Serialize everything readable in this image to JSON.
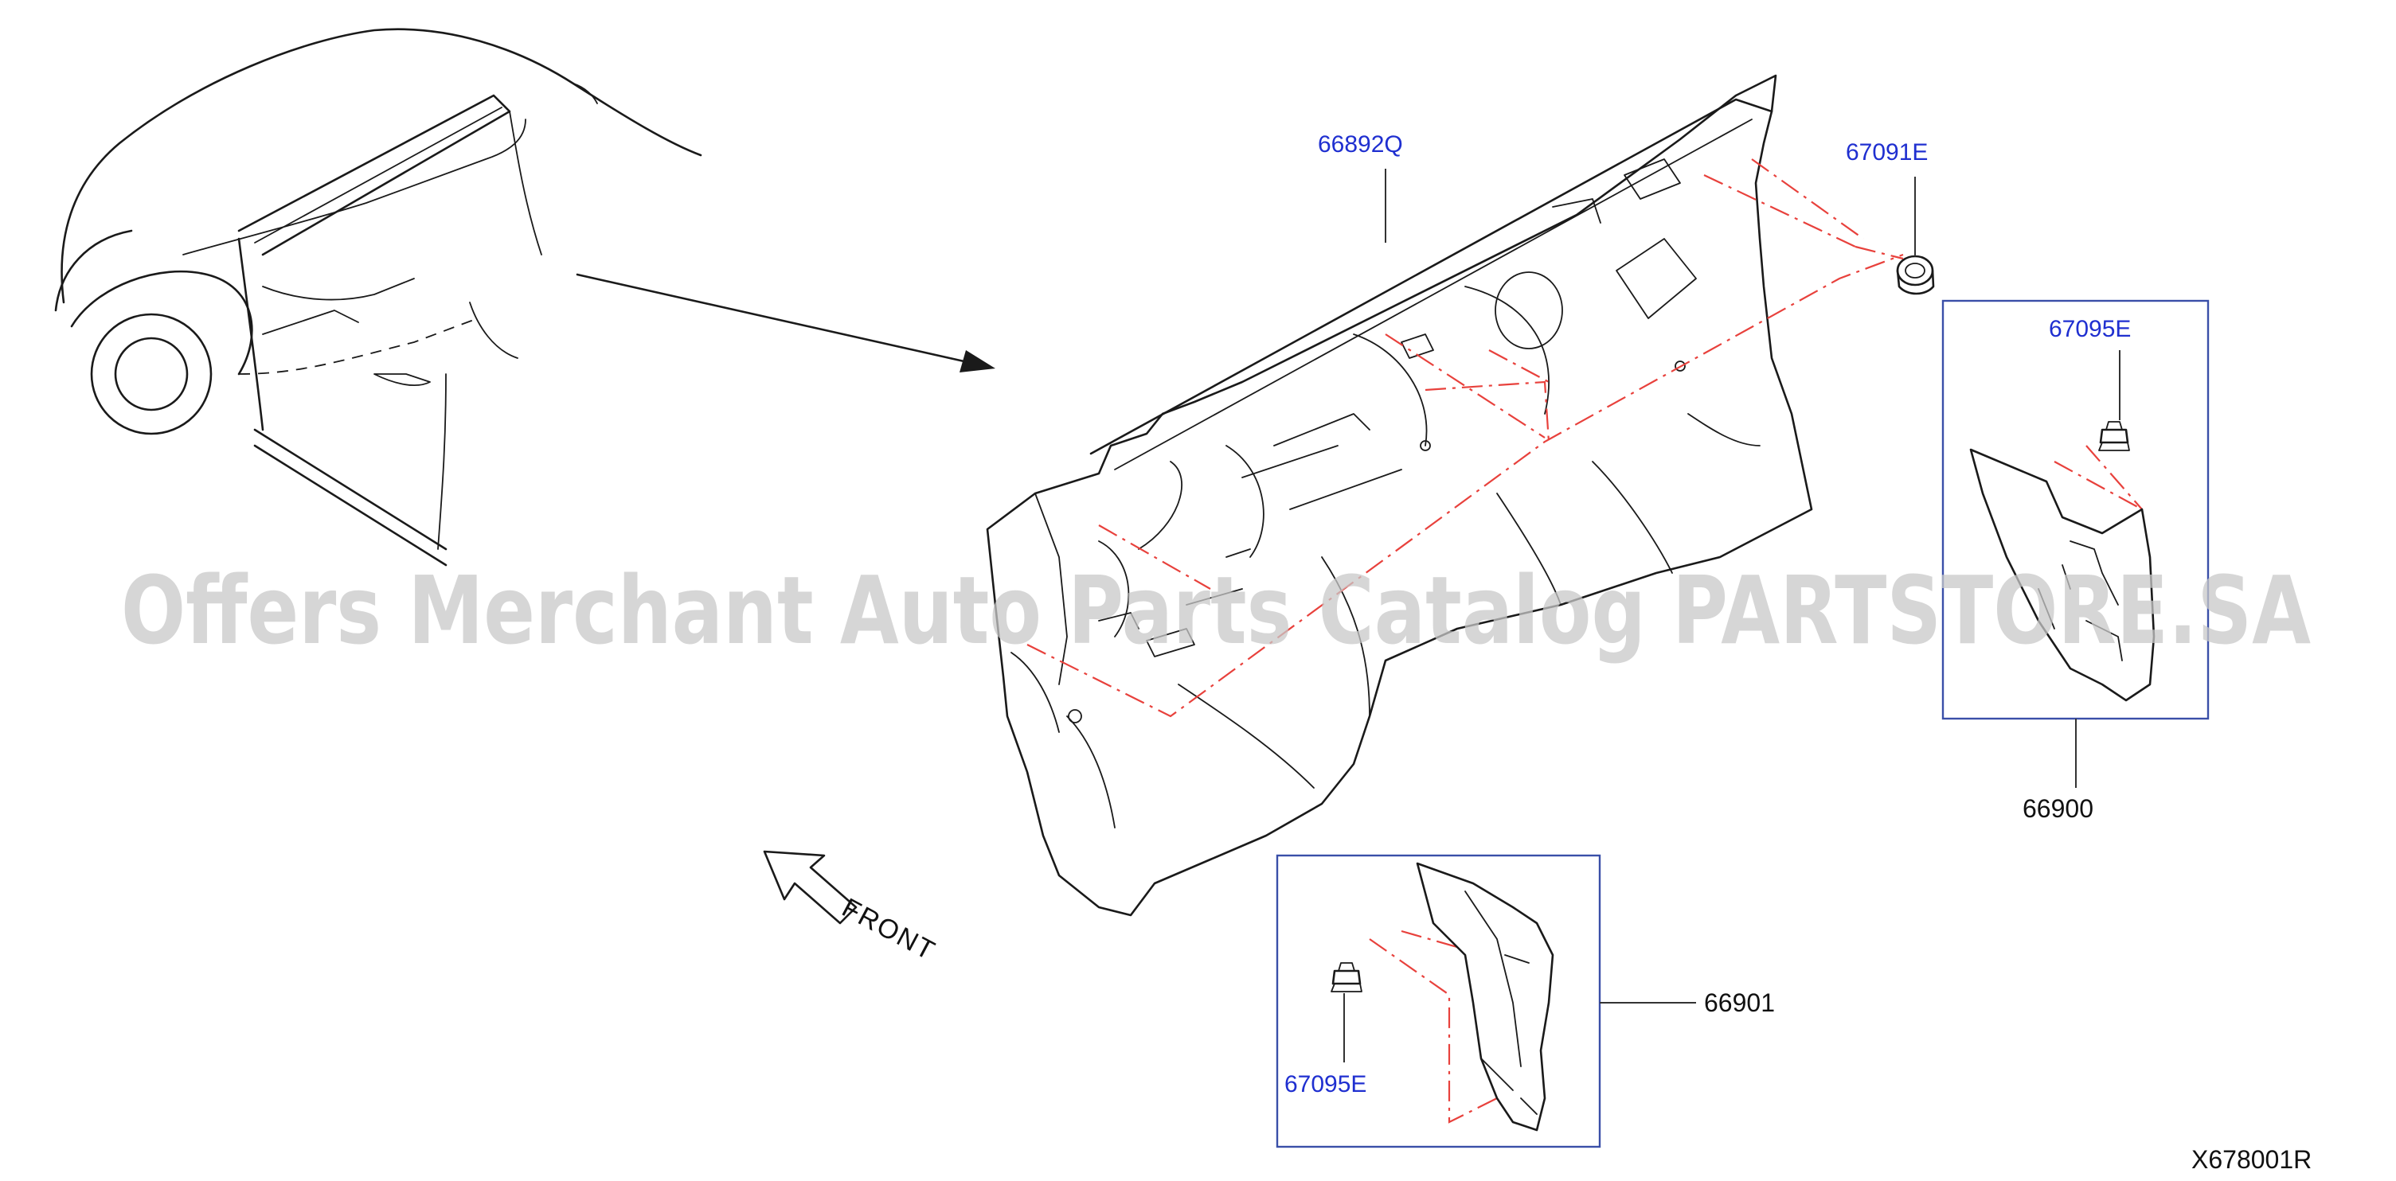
{
  "watermark": "Offers Merchant Auto Parts Catalog PARTSTORE.SA",
  "diagram_id": "X678001R",
  "direction_label": "FRONT",
  "parts": {
    "dash_insulator": "66892Q",
    "grommet": "67091E",
    "clip_right": "67095E",
    "clip_left": "67095E",
    "side_panel_right": "66900",
    "side_panel_left": "66901"
  },
  "colors": {
    "part_label": "#1f2fd0",
    "box_border": "#3a4fa8",
    "assembly_line": "#e8413c",
    "ink": "#1a1a1a"
  },
  "icons": [
    "car-silhouette-icon",
    "direction-arrow-icon",
    "front-outline-arrow-icon"
  ]
}
